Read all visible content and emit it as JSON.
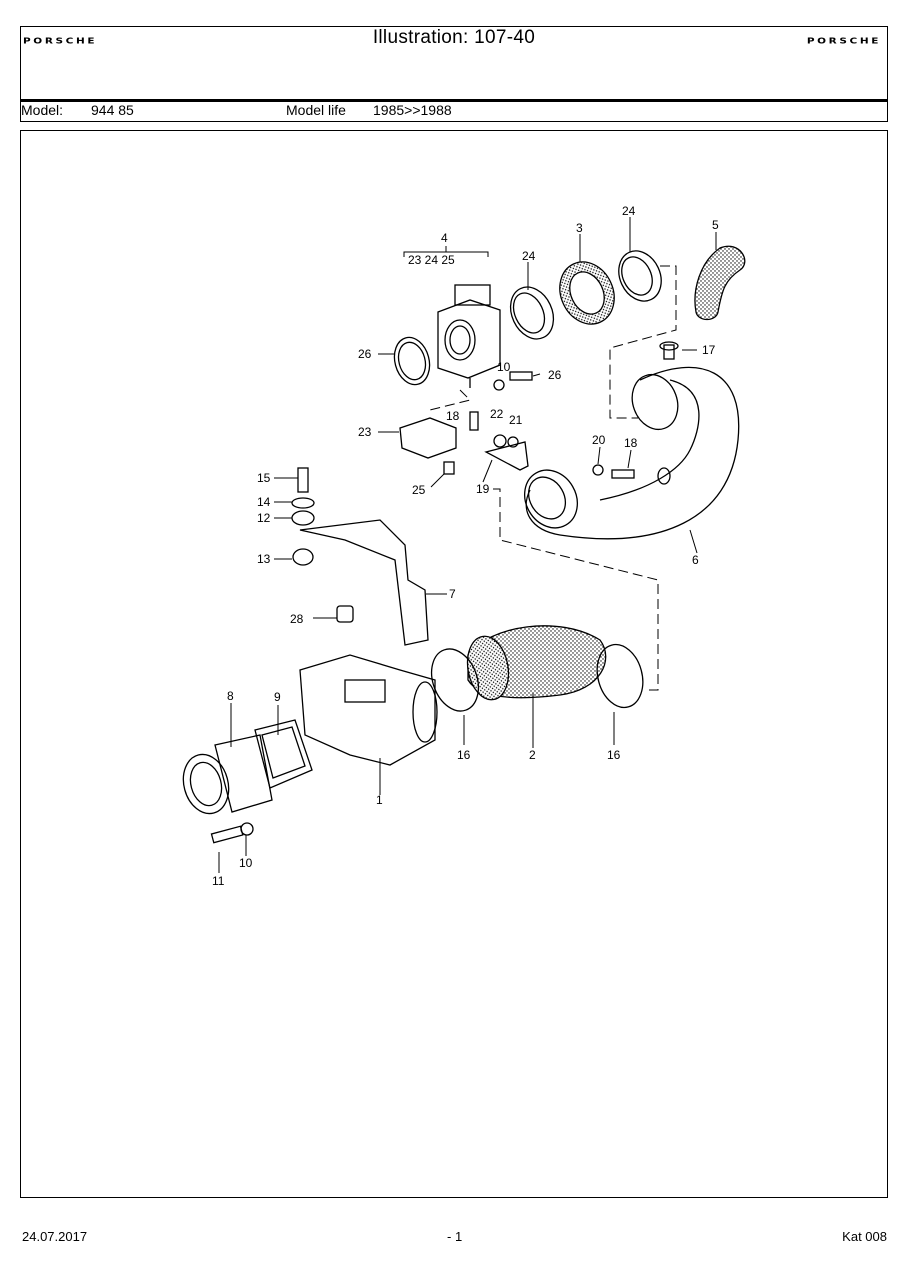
{
  "header": {
    "title": "Illustration: 107-40",
    "logo_left": "PORSCHE",
    "logo_right": "PORSCHE"
  },
  "model": {
    "model_label": "Model:",
    "model_value": "944 85",
    "life_label": "Model life",
    "life_value": "1985>>1988"
  },
  "diagram": {
    "callouts": {
      "c1": "1",
      "c2": "2",
      "c3": "3",
      "c4": "4",
      "c4sub": "23 24 25",
      "c5": "5",
      "c6": "6",
      "c7": "7",
      "c8": "8",
      "c9": "9",
      "c10a": "10",
      "c10b": "10",
      "c11": "11",
      "c12": "12",
      "c13": "13",
      "c14": "14",
      "c15": "15",
      "c16a": "16",
      "c16b": "16",
      "c17": "17",
      "c18a": "18",
      "c18b": "18",
      "c19": "19",
      "c20": "20",
      "c21": "21",
      "c22": "22",
      "c23": "23",
      "c24a": "24",
      "c24b": "24",
      "c25": "25",
      "c26a": "26",
      "c26b": "26",
      "c28": "28"
    }
  },
  "footer": {
    "date": "24.07.2017",
    "page": "- 1",
    "catalog": "Kat 008"
  }
}
